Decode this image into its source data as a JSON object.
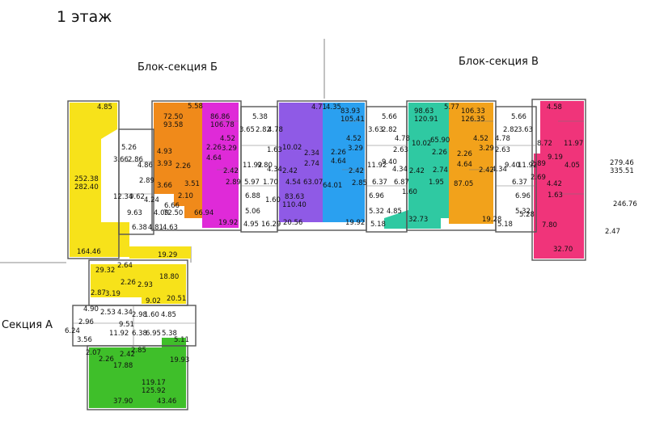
{
  "floor_title": "1 этаж",
  "section_labels": {
    "a": "Секция А",
    "b": "Блок-секция Б",
    "v": "Блок-секция В"
  },
  "colors": {
    "yellow": "#f7e21a",
    "orange": "#f08a1a",
    "magenta": "#df2ad8",
    "violet": "#8f5ae6",
    "blue": "#2aa0f0",
    "teal": "#2fc9a2",
    "amber": "#f2a21b",
    "pink": "#f0347a",
    "green": "#3fbf2a",
    "wall": "#555555"
  },
  "areas": {
    "b_left": {
      "a1": "4.85",
      "a2": "252.38",
      "a3": "282.40",
      "a4": "164.46"
    },
    "b_orange": {
      "a1": "72.50",
      "a2": "93.58",
      "a3": "5.58",
      "a4": "4.93",
      "a5": "3.93",
      "a6": "2.26",
      "a7": "3.51",
      "a8": "3.66",
      "a9": "2.10",
      "a10": "72.50"
    },
    "b_magenta": {
      "a1": "86.86",
      "a2": "106.78",
      "a3": "4.52",
      "a4": "2.26",
      "a5": "3.29",
      "a6": "4.64",
      "a7": "2.42",
      "a8": "66.94",
      "a9": "19.92"
    },
    "b_core": {
      "a1": "5.26",
      "a2": "3.66",
      "a3": "2.86",
      "a4": "4.86",
      "a5": "2.89",
      "a6": "12.34",
      "a7": "9.62",
      "a8": "4.24",
      "a9": "9.63",
      "a10": "6.66",
      "a11": "6.38",
      "a12": "4.81",
      "a13": "4.63",
      "a14": "19.29",
      "a15": "4.09"
    },
    "b_mid": {
      "a1": "5.38",
      "a2": "3.65",
      "a3": "2.82",
      "a4": "4.78",
      "a5": "1.63",
      "a6": "11.92",
      "a7": "9.80",
      "a8": "4.34",
      "a9": "2.89",
      "a10": "5.97",
      "a11": "1.70",
      "a12": "6.88",
      "a13": "1.60",
      "a14": "5.06",
      "a15": "4.95",
      "a16": "16.29"
    },
    "b_violet": {
      "a1": "4.71",
      "a2": "10.02",
      "a3": "2.34",
      "a4": "2.74",
      "a5": "2.42",
      "a6": "4.54",
      "a7": "63.07",
      "a8": "83.63",
      "a9": "110.40",
      "a10": "20.56"
    },
    "b_blue": {
      "a1": "4.35",
      "a2": "83.93",
      "a3": "105.41",
      "a4": "4.52",
      "a5": "2.26",
      "a6": "3.29",
      "a7": "4.64",
      "a8": "2.42",
      "a9": "64.01",
      "a10": "2.85",
      "a11": "19.92"
    },
    "v_mid": {
      "a1": "5.66",
      "a2": "3.63",
      "a3": "2.82",
      "a4": "4.78",
      "a5": "2.63",
      "a6": "11.92",
      "a7": "9.40",
      "a8": "4.34",
      "a9": "6.37",
      "a10": "6.87",
      "a11": "6.96",
      "a12": "5.32",
      "a13": "4.85",
      "a14": "5.18"
    },
    "v_teal": {
      "a1": "98.63",
      "a2": "120.91",
      "a3": "5.77",
      "a4": "10.02",
      "a5": "65.90",
      "a6": "2.26",
      "a7": "2.42",
      "a8": "2.74",
      "a9": "1.60",
      "a10": "1.95",
      "a11": "32.73"
    },
    "v_amber": {
      "a1": "106.33",
      "a2": "126.35",
      "a3": "4.52",
      "a4": "2.26",
      "a5": "3.29",
      "a6": "4.64",
      "a7": "2.42",
      "a8": "87.05",
      "a9": "19.28"
    },
    "v_mid2": {
      "a1": "5.66",
      "a2": "2.82",
      "a3": "3.63",
      "a4": "4.78",
      "a5": "2.63",
      "a6": "4.34",
      "a7": "9.40",
      "a8": "11.92",
      "a9": "6.37",
      "a10": "6.96",
      "a11": "5.32",
      "a12": "5.18",
      "a13": "5.28",
      "a14": "2.89"
    },
    "v_pink": {
      "a1": "4.58",
      "a2": "8.72",
      "a3": "11.97",
      "a4": "9.19",
      "a5": "4.05",
      "a6": "2.69",
      "a7": "4.42",
      "a8": "1.63",
      "a9": "279.46",
      "a10": "335.51",
      "a11": "246.76",
      "a12": "7.80",
      "a13": "2.47",
      "a14": "32.70"
    },
    "a_yellow": {
      "a1": "29.32",
      "a2": "2.64",
      "a3": "18.80",
      "a4": "2.26",
      "a5": "2.93",
      "a6": "2.87",
      "a7": "3.19",
      "a8": "9.02",
      "a9": "20.51"
    },
    "a_core": {
      "a1": "4.90",
      "a2": "2.53",
      "a3": "4.34",
      "a4": "2.98",
      "a5": "1.60",
      "a6": "4.85",
      "a7": "2.96",
      "a8": "9.51",
      "a9": "6.24",
      "a10": "11.92",
      "a11": "6.38",
      "a12": "6.95",
      "a13": "5.38",
      "a14": "3.56",
      "a15": "5.11"
    },
    "a_green": {
      "a1": "2.07",
      "a2": "2.85",
      "a3": "2.26",
      "a4": "2.42",
      "a5": "17.88",
      "a6": "19.93",
      "a7": "119.17",
      "a8": "125.92",
      "a9": "37.90",
      "a10": "43.46"
    }
  }
}
